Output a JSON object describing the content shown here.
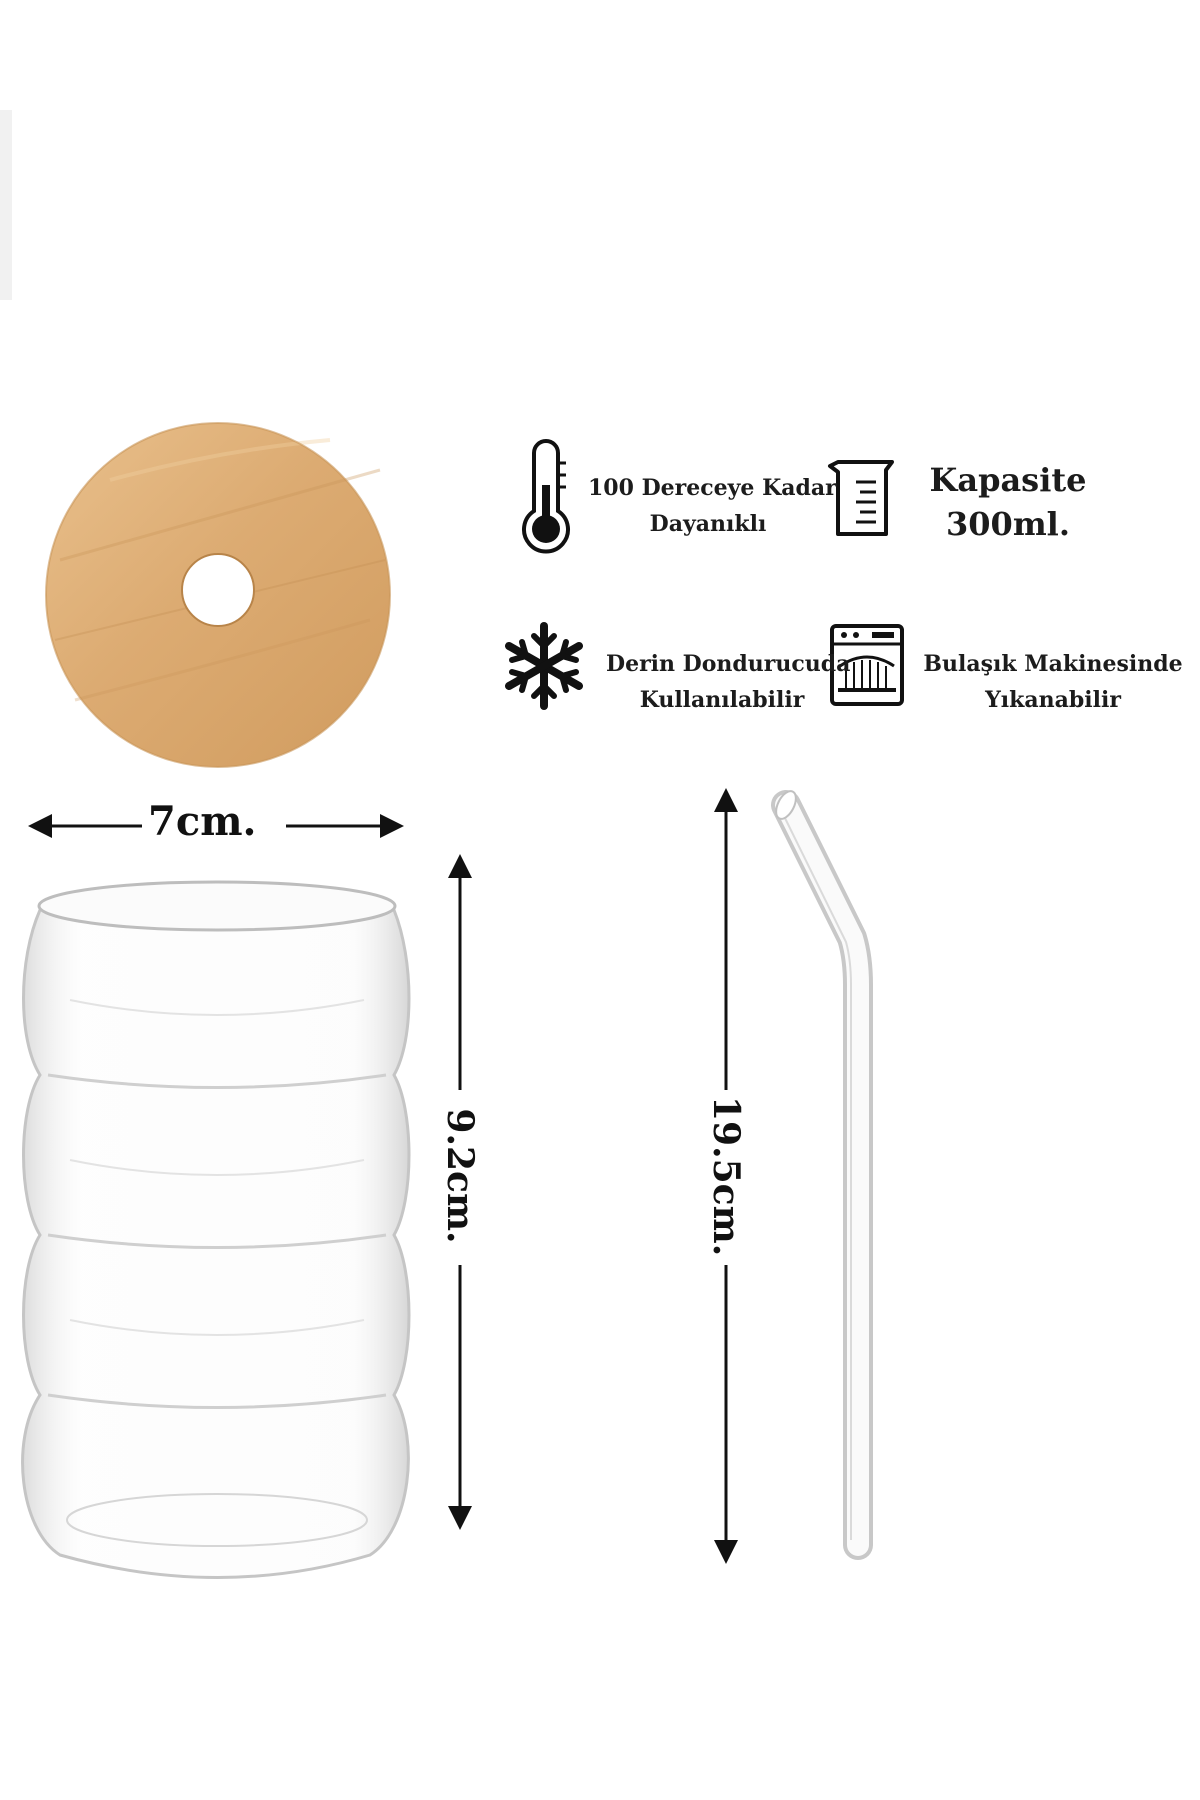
{
  "features": {
    "heat": {
      "icon": "thermometer-icon",
      "line1": "100 Dereceye Kadar",
      "line2": "Dayanıklı"
    },
    "capacity": {
      "icon": "measuring-cup-icon",
      "line1": "Kapasite",
      "line2": "300ml."
    },
    "freezer": {
      "icon": "snowflake-icon",
      "line1": "Derin Dondurucuda",
      "line2": "Kullanılabilir"
    },
    "dishwasher": {
      "icon": "dishwasher-icon",
      "line1": "Bulaşık Makinesinde",
      "line2": "Yıkanabilir"
    }
  },
  "dimensions": {
    "width": "7cm.",
    "glass_height": "9.2cm.",
    "straw_length": "19.5cm."
  },
  "colors": {
    "bamboo_light": "#e6b982",
    "bamboo_dark": "#c99558",
    "glass_edge": "#c9c9c9",
    "text": "#1a1a1a"
  }
}
